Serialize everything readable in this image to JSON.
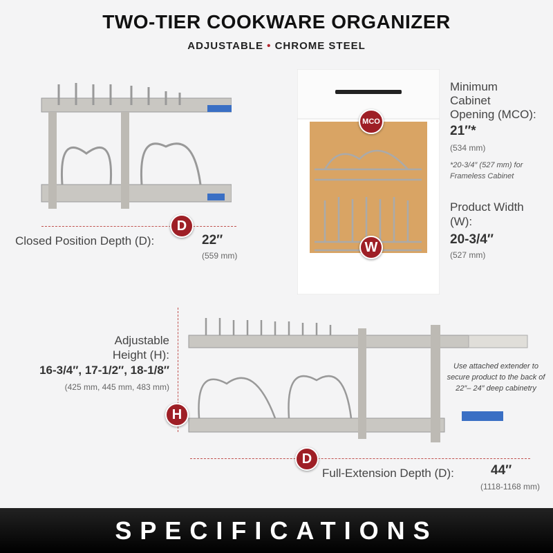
{
  "header": {
    "title": "TWO-TIER COOKWARE ORGANIZER",
    "sub_left": "ADJUSTABLE",
    "sub_sep": "•",
    "sub_right": "CHROME STEEL"
  },
  "closed": {
    "badge": "D",
    "label": "Closed Position Depth (D):",
    "value": "22″",
    "mm": "(559 mm)"
  },
  "mco": {
    "badge": "MCO",
    "line1": "Minimum",
    "line2": "Cabinet",
    "line3": "Opening (MCO):",
    "value": "21″*",
    "mm": "(534 mm)",
    "note1": "*20-3/4″ (527 mm) for",
    "note2": "Frameless Cabinet"
  },
  "width": {
    "badge": "W",
    "line1": "Product Width",
    "line2": "(W):",
    "value": "20-3/4″",
    "mm": "(527 mm)"
  },
  "height": {
    "badge": "H",
    "line1": "Adjustable",
    "line2": "Height (H):",
    "value": "16-3/4″, 17-1/2″, 18-1/8″",
    "mm": "(425 mm, 445 mm, 483 mm)"
  },
  "extender_note": {
    "line1": "Use attached extender to",
    "line2": "secure product to the back of",
    "line3": "22″– 24″ deep cabinetry"
  },
  "full": {
    "badge": "D",
    "label": "Full-Extension Depth (D):",
    "value": "44″",
    "mm": "(1118-1168 mm)"
  },
  "footer": {
    "label": "SPECIFICATIONS"
  },
  "colors": {
    "accent": "#9e1f26",
    "wood": "#d9a464",
    "chrome": "#b8b8bc"
  }
}
